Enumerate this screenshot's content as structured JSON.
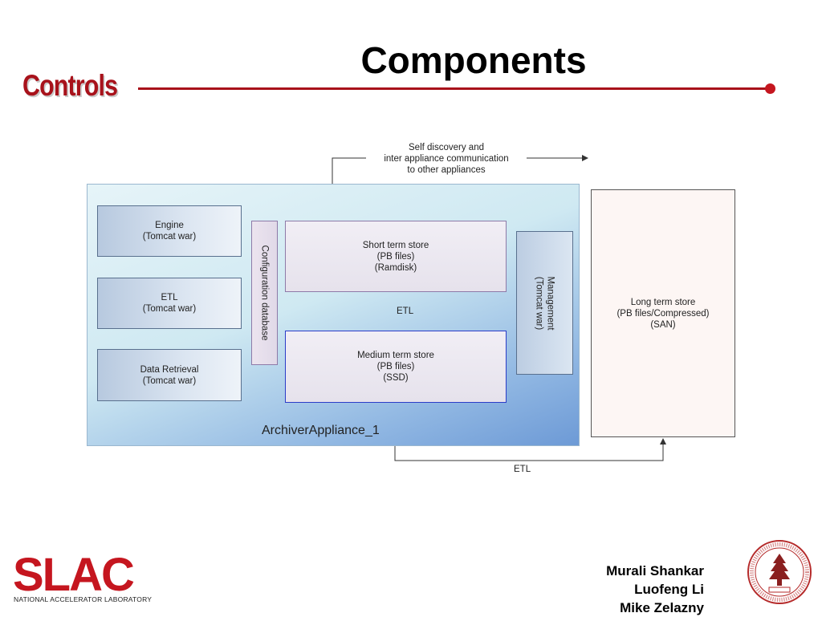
{
  "slide": {
    "title": "Components",
    "header_logo": "Controls",
    "authors": [
      "Murali Shankar",
      "Luofeng Li",
      "Mike Zelazny"
    ]
  },
  "footer": {
    "slac_logo": "SLAC",
    "slac_subtitle": "NATIONAL ACCELERATOR LABORATORY",
    "seal_icon": "stanford-seal-icon"
  },
  "diagram": {
    "appliance_label": "ArchiverAppliance_1",
    "discovery_label": [
      "Self discovery and",
      "inter appliance communication",
      "to other appliances"
    ],
    "components": [
      {
        "lines": [
          "Engine",
          "(Tomcat war)"
        ]
      },
      {
        "lines": [
          "ETL",
          "(Tomcat war)"
        ]
      },
      {
        "lines": [
          "Data Retrieval",
          "(Tomcat war)"
        ]
      }
    ],
    "config_db": "Configuration database",
    "short_term": [
      "Short term store",
      "(PB files)",
      "(Ramdisk)"
    ],
    "etl_inner": "ETL",
    "medium_term": [
      "Medium term store",
      "(PB files)",
      "(SSD)"
    ],
    "management": [
      "Management",
      "(Tomcat war)"
    ],
    "long_term": [
      "Long term store",
      "(PB files/Compressed)",
      "(SAN)"
    ],
    "etl_outer": "ETL"
  },
  "colors": {
    "brand_red": "#a8121b",
    "appliance_blue": "#8fb6e2"
  }
}
